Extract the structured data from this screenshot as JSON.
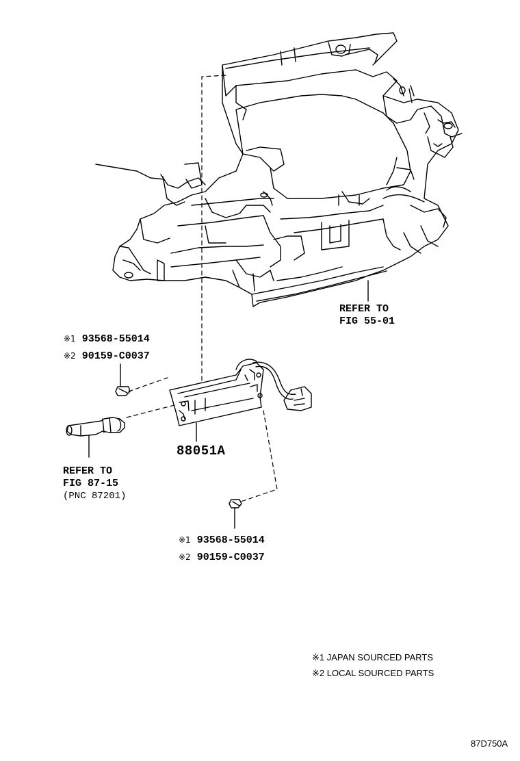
{
  "dashboard_reference": {
    "line1": "REFER TO",
    "line2": "FIG 55-01"
  },
  "bolt_top": {
    "mark1": "※1",
    "part1": "93568-55014",
    "mark2": "※2",
    "part2": "90159-C0037"
  },
  "bolt_bottom": {
    "mark1": "※1",
    "part1": "93568-55014",
    "mark2": "※2",
    "part2": "90159-C0037"
  },
  "bracket_part": {
    "number": "88051A"
  },
  "switch_reference": {
    "line1": "REFER TO",
    "line2": "FIG 87-15",
    "line3": "(PNC 87201)"
  },
  "legend": {
    "item1": "※1 JAPAN SOURCED PARTS",
    "item2": "※2 LOCAL SOURCED PARTS"
  },
  "illustration_code": "87D750A",
  "colors": {
    "ink": "#000000",
    "background": "#ffffff"
  }
}
